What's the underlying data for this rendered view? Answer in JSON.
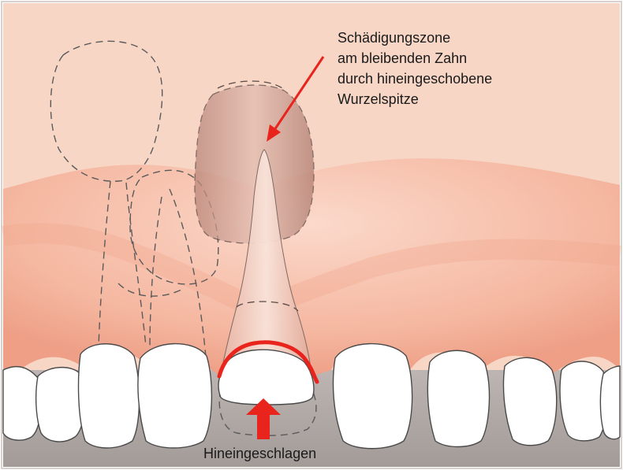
{
  "annotations": {
    "damage_zone": [
      "Schädigungszone",
      "am bleibenden Zahn",
      "durch hineingeschobene",
      "Wurzelspitze"
    ],
    "intruded": "Hineingeschlagen"
  },
  "colors": {
    "background": "#f7d6c6",
    "gum": "#f2ab92",
    "gum_light": "#f8c6b2",
    "tooth": "#ffffff",
    "tooth_outline": "#444444",
    "highlight": "#e8241c",
    "permanent_tooth": "#c9978a",
    "floor": "#aea6a4"
  }
}
